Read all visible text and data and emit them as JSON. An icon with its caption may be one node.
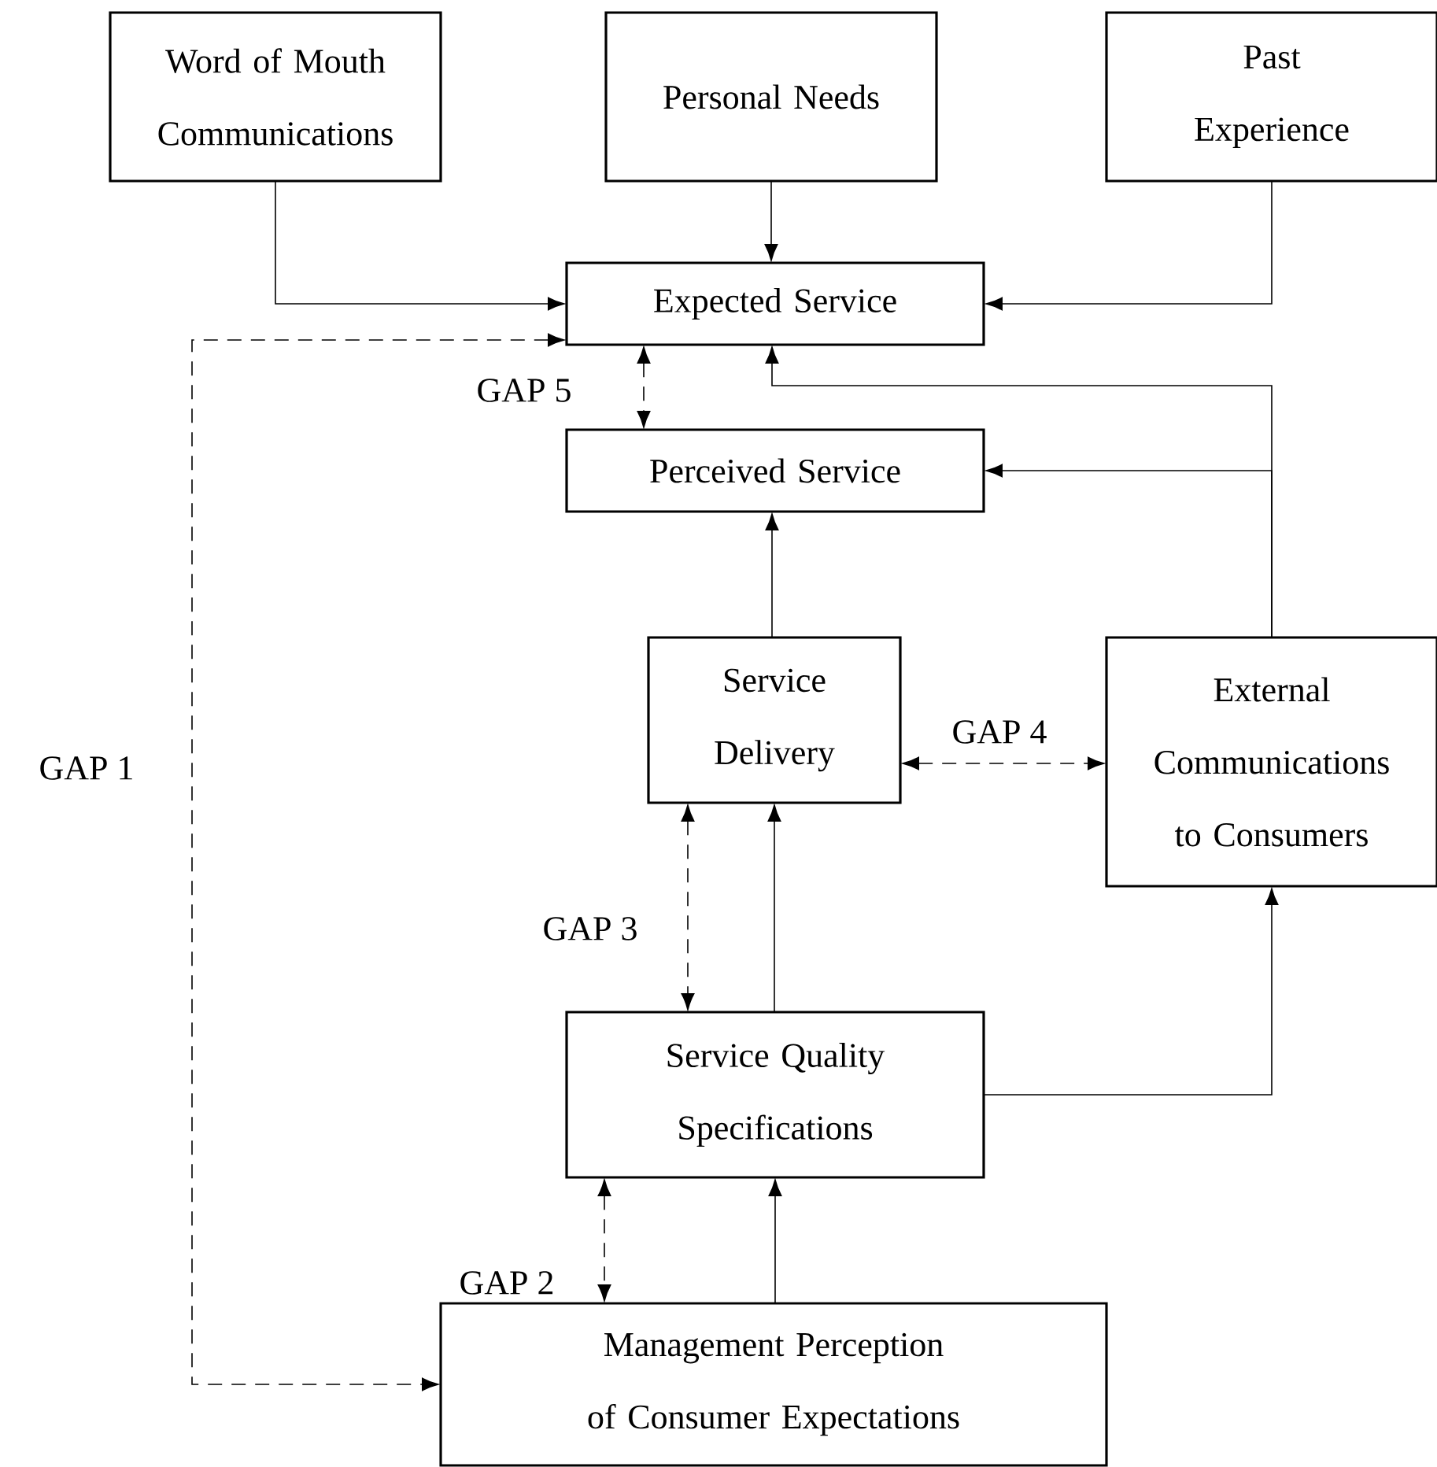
{
  "diagram": {
    "nodes": [
      {
        "text": [
          "Word of Mouth Communications"
        ]
      },
      {
        "text": [
          "Personal Needs"
        ]
      },
      {
        "text": [
          "Past Experience"
        ]
      },
      {
        "text": [
          "Expected Service"
        ]
      },
      {
        "text": [
          "Perceived Service"
        ]
      },
      {
        "text": [
          "Service Delivery"
        ]
      },
      {
        "text": [
          "External Communications to Consumers"
        ]
      },
      {
        "text": [
          "Service Quality Specifications"
        ]
      },
      {
        "text": [
          "Management Perception of Consumer Expectations"
        ]
      }
    ],
    "edges": [
      {
        "from": 0,
        "to": 3,
        "arrow": "to"
      },
      {
        "from": 1,
        "to": 3,
        "arrow": "to"
      },
      {
        "from": 2,
        "to": 3,
        "arrow": "to"
      },
      {
        "from": 6,
        "to": 3,
        "arrow": "to"
      },
      {
        "from": 6,
        "to": 4,
        "arrow": "to"
      },
      {
        "from": 5,
        "to": 4,
        "arrow": "to"
      },
      {
        "from": 7,
        "to": 5,
        "arrow": "to"
      },
      {
        "from": 7,
        "to": 6,
        "arrow": "to"
      },
      {
        "from": 8,
        "to": 7,
        "arrow": "to"
      },
      {
        "from": 3,
        "to": 4,
        "arrow": "both",
        "style": "dashed",
        "label": "GAP 5"
      },
      {
        "from": 5,
        "to": 6,
        "arrow": "both",
        "style": "dashed",
        "label": "GAP 4"
      },
      {
        "from": 5,
        "to": 7,
        "arrow": "both",
        "style": "dashed",
        "label": "GAP 3"
      },
      {
        "from": 7,
        "to": 8,
        "arrow": "both",
        "style": "dashed",
        "label": "GAP 2"
      },
      {
        "from": 3,
        "to": 8,
        "arrow": "both",
        "style": "dashed",
        "label": "GAP 1"
      }
    ]
  }
}
